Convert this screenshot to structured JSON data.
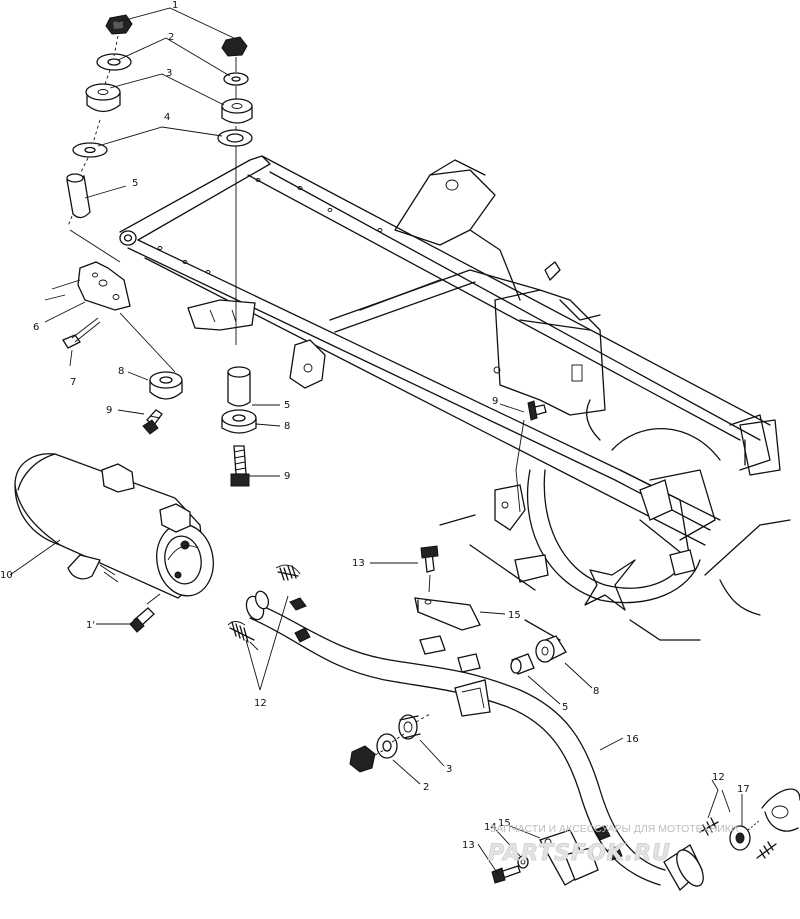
{
  "callouts": [
    {
      "id": "c1",
      "text": "1"
    },
    {
      "id": "c2a",
      "text": "2"
    },
    {
      "id": "c3",
      "text": "3"
    },
    {
      "id": "c4",
      "text": "4"
    },
    {
      "id": "c5a",
      "text": "5"
    },
    {
      "id": "c6",
      "text": "6"
    },
    {
      "id": "c7",
      "text": "7"
    },
    {
      "id": "c8a",
      "text": "8"
    },
    {
      "id": "c9a",
      "text": "9"
    },
    {
      "id": "c5b",
      "text": "5"
    },
    {
      "id": "c8b",
      "text": "8"
    },
    {
      "id": "c9b",
      "text": "9"
    },
    {
      "id": "c9c",
      "text": "9"
    },
    {
      "id": "c10",
      "text": "10"
    },
    {
      "id": "c11",
      "text": "1'"
    },
    {
      "id": "c12a",
      "text": "12"
    },
    {
      "id": "c13a",
      "text": "13"
    },
    {
      "id": "c15a",
      "text": "15"
    },
    {
      "id": "c8c",
      "text": "8"
    },
    {
      "id": "c5c",
      "text": "5"
    },
    {
      "id": "c16",
      "text": "16"
    },
    {
      "id": "c3b",
      "text": "3"
    },
    {
      "id": "c2b",
      "text": "2"
    },
    {
      "id": "c12b",
      "text": "12"
    },
    {
      "id": "c17",
      "text": "17"
    },
    {
      "id": "c15b",
      "text": "15"
    },
    {
      "id": "c14",
      "text": "14"
    },
    {
      "id": "c13b",
      "text": "13"
    }
  ],
  "watermark": {
    "tagline": "ЗАПЧАСТИ И АКСЕССУАРЫ ДЛЯ МОТОТЕХНИКИ",
    "brand": "PARTSFOK.RU"
  }
}
